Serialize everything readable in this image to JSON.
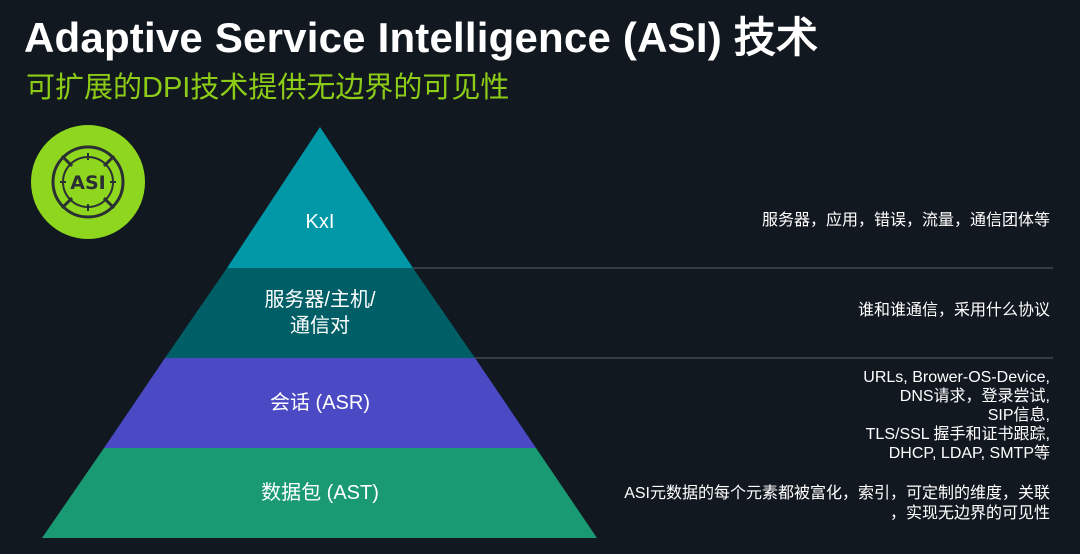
{
  "header": {
    "title": "Adaptive Service Intelligence (ASI) 技术",
    "subtitle": "可扩展的DPI技术提供无边界的可见性"
  },
  "logo": {
    "text": "ASI",
    "icon": "crosshair-target-icon",
    "color": "#8fd61e",
    "ink": "#2a2f33"
  },
  "pyramid": {
    "layers": [
      {
        "label": "KxI",
        "color": "#0097a7",
        "description": [
          "服务器，应用，错误，流量，通信团体等"
        ]
      },
      {
        "label_lines": [
          "服务器/主机/",
          "通信对"
        ],
        "color": "#005f66",
        "description": [
          "谁和谁通信，采用什么协议"
        ]
      },
      {
        "label": "会话 (ASR)",
        "color": "#4b4ac4",
        "description": [
          "URLs, Brower-OS-Device,",
          "DNS请求，登录尝试,",
          "SIP信息,",
          "TLS/SSL 握手和证书跟踪,",
          "DHCP, LDAP, SMTP等"
        ]
      },
      {
        "label": "数据包 (AST)",
        "color": "#1a9a72",
        "description": [
          "ASI元数据的每个元素都被富化，索引，可定制的维度，关联",
          "，实现无边界的可见性"
        ]
      }
    ]
  },
  "colors": {
    "background": "#121820",
    "accent": "#8ccc16",
    "divider": "#5a5f66"
  }
}
